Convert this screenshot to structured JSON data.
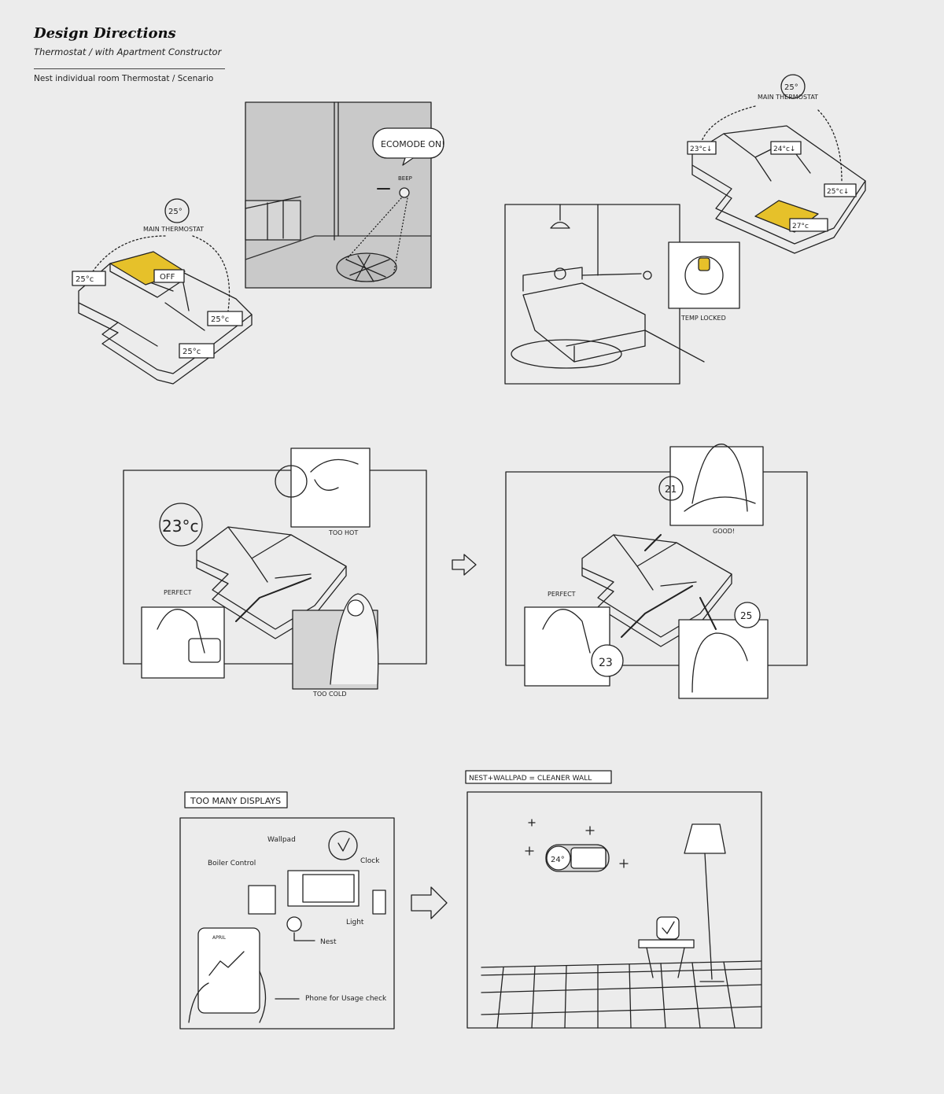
{
  "header": {
    "title": "Design Directions",
    "subtitle": "Thermostat / with Apartment Constructor",
    "caption": "Nest individual room Thermostat / Scenario"
  },
  "scene1": {
    "thermostat_label": "MAIN THERMOSTAT",
    "thermostat_temp": "25°",
    "room_labels": [
      "25°c",
      "OFF",
      "25°c",
      "25°c"
    ]
  },
  "scene2": {
    "speech": "ECOMODE ON!",
    "sound": "BEEP"
  },
  "scene3": {
    "thermostat_label": "MAIN THERMOSTAT",
    "thermostat_temp": "25°",
    "room_labels": [
      "23°c↓",
      "24°c↓",
      "25°c↓",
      "27°c"
    ],
    "lock_caption": "TEMP LOCKED"
  },
  "scene4": {
    "big_temp": "23°c",
    "hot_caption": "TOO HOT",
    "perfect_caption": "PERFECT",
    "cold_caption": "TOO COLD"
  },
  "scene5": {
    "temps": [
      "21",
      "25",
      "23"
    ],
    "good_caption": "GOOD!",
    "perfect_caption": "PERFECT"
  },
  "scene6": {
    "banner": "TOO MANY DISPLAYS",
    "labels": {
      "boiler": "Boiler Control",
      "wallpad": "Wallpad",
      "clock": "Clock",
      "light": "Light",
      "nest": "Nest",
      "phone": "Phone for Usage check",
      "phone_month": "APRIL"
    }
  },
  "scene7": {
    "banner": "NEST+WALLPAD = CLEANER WALL",
    "device_temp": "24°"
  },
  "colors": {
    "accent_yellow": "#e6c12a",
    "ink": "#222222",
    "panel_grey": "#c9c9c9",
    "background": "#ececec"
  }
}
